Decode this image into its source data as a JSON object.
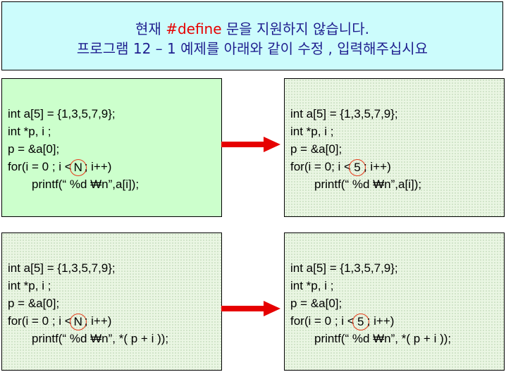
{
  "header": {
    "line1_before": "현재 ",
    "line1_highlight": "#define",
    "line1_after": " 문을 지원하지 않습니다.",
    "line2": "프로그램 12 – 1 예제를 아래와 같이 수정 , 입력해주십시요"
  },
  "panels": {
    "top_left": {
      "l1": "int a[5] = {1,3,5,7,9};",
      "l2": "int *p, i ;",
      "l3": "p = &a[0];",
      "l4a": "for(i = 0 ; i <",
      "l4c": "N",
      "l4b": "; i++)",
      "l5": "printf(“ %d ₩n”,a[i]);"
    },
    "top_right": {
      "l1": "int a[5] = {1,3,5,7,9};",
      "l2": "int *p, i ;",
      "l3": "p = &a[0];",
      "l4a": "for(i = 0; i <",
      "l4c": "5",
      "l4b": "; i++)",
      "l5": "printf(“ %d ₩n”,a[i]);"
    },
    "bottom_left": {
      "l1": "int a[5] = {1,3,5,7,9};",
      "l2": "int *p, i ;",
      "l3": "p = &a[0];",
      "l4a": "for(i = 0 ; i <",
      "l4c": "N",
      "l4b": "; i++)",
      "l5": "printf(“ %d ₩n”, *( p + i ));"
    },
    "bottom_right": {
      "l1": "int a[5] = {1,3,5,7,9};",
      "l2": "int *p, i ;",
      "l3": "p = &a[0];",
      "l4a": "for(i = 0 ; i <",
      "l4c": "5",
      "l4b": "; i++)",
      "l5": "printf(“ %d ₩n”, *( p + i ));"
    }
  },
  "colors": {
    "header_bg": "#ccfcfc",
    "header_text": "#1f1f8f",
    "highlight": "#e60000",
    "arrow": "#e60000",
    "circle": "#e63a1a"
  }
}
